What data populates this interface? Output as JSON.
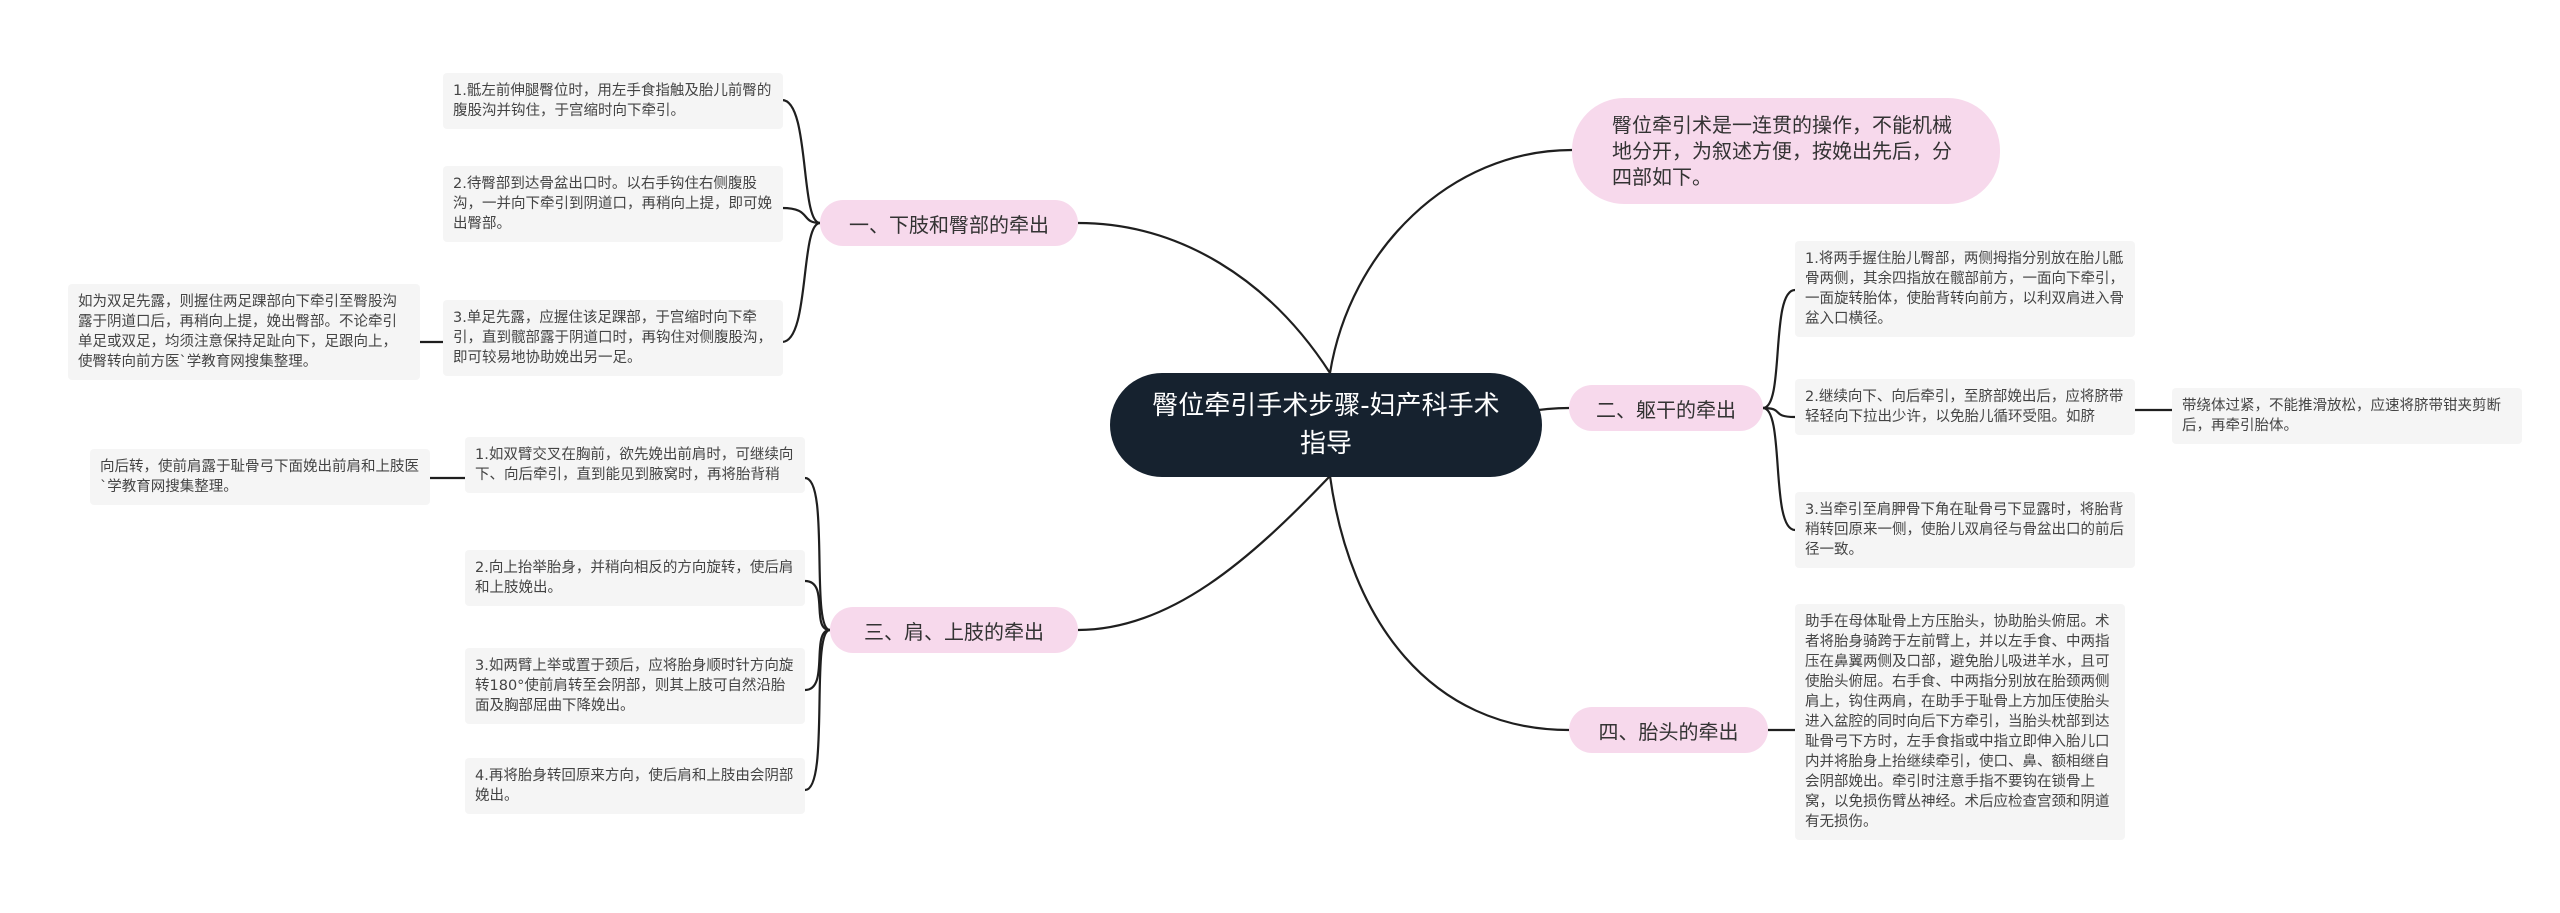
{
  "root": {
    "title": "臀位牵引手术步骤-妇产科手术指导"
  },
  "intro": {
    "text": "臀位牵引术是一连贯的操作，不能机械地分开，为叙述方便，按娩出先后，分四部如下。"
  },
  "branches": {
    "b1": {
      "label": "一、下肢和臀部的牵出",
      "items": [
        "1.骶左前伸腿臀位时，用左手食指触及胎儿前臀的腹股沟并钩住，于宫缩时向下牵引。",
        "2.待臀部到达骨盆出口时。以右手钩住右侧腹股沟，一并向下牵引到阴道口，再稍向上提，即可娩出臀部。",
        "3.单足先露，应握住该足踝部，于宫缩时向下牵引，直到髋部露于阴道口时，再钩住对侧腹股沟，即可较易地协助娩出另一足。"
      ],
      "note": "如为双足先露，则握住两足踝部向下牵引至臀股沟露于阴道口后，再稍向上提，娩出臀部。不论牵引单足或双足，均须注意保持足趾向下，足跟向上，使臀转向前方医`学教育网搜集整理。"
    },
    "b2": {
      "label": "二、躯干的牵出",
      "items": [
        "1.将两手握住胎儿臀部，两侧拇指分别放在胎儿骶骨两侧，其余四指放在髋部前方，一面向下牵引，一面旋转胎体，使胎背转向前方，以利双肩进入骨盆入口横径。",
        "2.继续向下、向后牵引，至脐部娩出后，应将脐带轻轻向下拉出少许，以免胎儿循环受阻。如脐",
        "3.当牵引至肩胛骨下角在耻骨弓下显露时，将胎背稍转回原来一侧，使胎儿双肩径与骨盆出口的前后径一致。"
      ],
      "note": "带绕体过紧，不能推滑放松，应速将脐带钳夹剪断后，再牵引胎体。"
    },
    "b3": {
      "label": "三、肩、上肢的牵出",
      "items": [
        "1.如双臂交叉在胸前，欲先娩出前肩时，可继续向下、向后牵引，直到能见到腋窝时，再将胎背稍",
        "2.向上抬举胎身，并稍向相反的方向旋转，使后肩和上肢娩出。",
        "3.如两臂上举或置于颈后，应将胎身顺时针方向旋转180°使前肩转至会阴部，则其上肢可自然沿胎面及胸部屈曲下降娩出。",
        "4.再将胎身转回原来方向，使后肩和上肢由会阴部娩出。"
      ],
      "note": "向后转，使前肩露于耻骨弓下面娩出前肩和上肢医`学教育网搜集整理。"
    },
    "b4": {
      "label": "四、胎头的牵出",
      "items": [
        "助手在母体耻骨上方压胎头，协助胎头俯屈。术者将胎身骑跨于左前臂上，并以左手食、中两指压在鼻翼两侧及口部，避免胎儿吸进羊水，且可使胎头俯屈。右手食、中两指分别放在胎颈两侧肩上，钩住两肩，在助手于耻骨上方加压使胎头进入盆腔的同时向后下方牵引，当胎头枕部到达耻骨弓下方时，左手食指或中指立即伸入胎儿口内并将胎身上抬继续牵引，使口、鼻、额相继自会阴部娩出。牵引时注意手指不要钩在锁骨上窝，以免损伤臂丛神经。术后应检查宫颈和阴道有无损伤。"
      ]
    }
  },
  "colors": {
    "line": "#1f1f1f",
    "root_bg": "#16222f",
    "branch_bg": "#f7d9ec",
    "leaf_bg": "#f5f5f5"
  }
}
